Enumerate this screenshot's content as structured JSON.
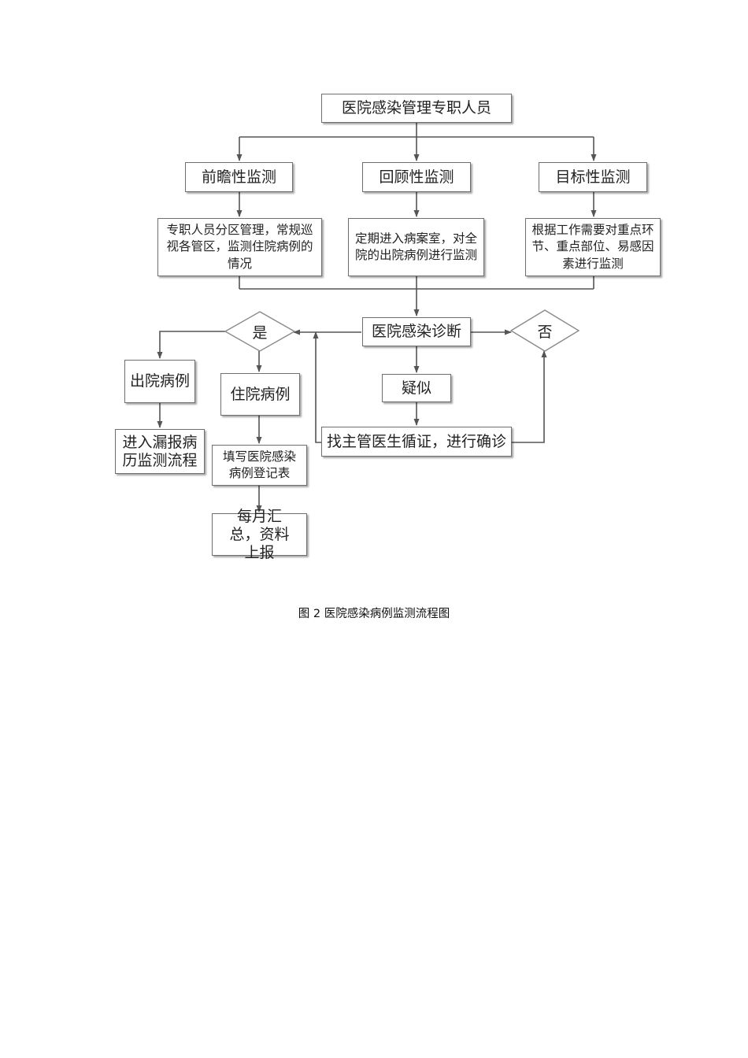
{
  "nodes": {
    "top": "医院感染管理专职人员",
    "prospective": "前瞻性监测",
    "retrospective": "回顾性监测",
    "target": "目标性监测",
    "prospective_detail": "专职人员分区管理，常规巡视各管区，监测住院病例的情况",
    "retrospective_detail": "定期进入病案室，对全院的出院病例进行监测",
    "target_detail": "根据工作需要对重点环节、重点部位、易感因素进行监测",
    "diagnosis": "医院感染诊断",
    "yes": "是",
    "no": "否",
    "suspected": "疑似",
    "confirm": "找主管医生循证，进行确诊",
    "discharged": "出院病例",
    "inpatient": "住院病例",
    "missed_report": "进入漏报病历监测流程",
    "register": "填写医院感染病例登记表",
    "monthly": "每月汇总，资料上报"
  },
  "caption": "图 2 医院感染病例监测流程图"
}
